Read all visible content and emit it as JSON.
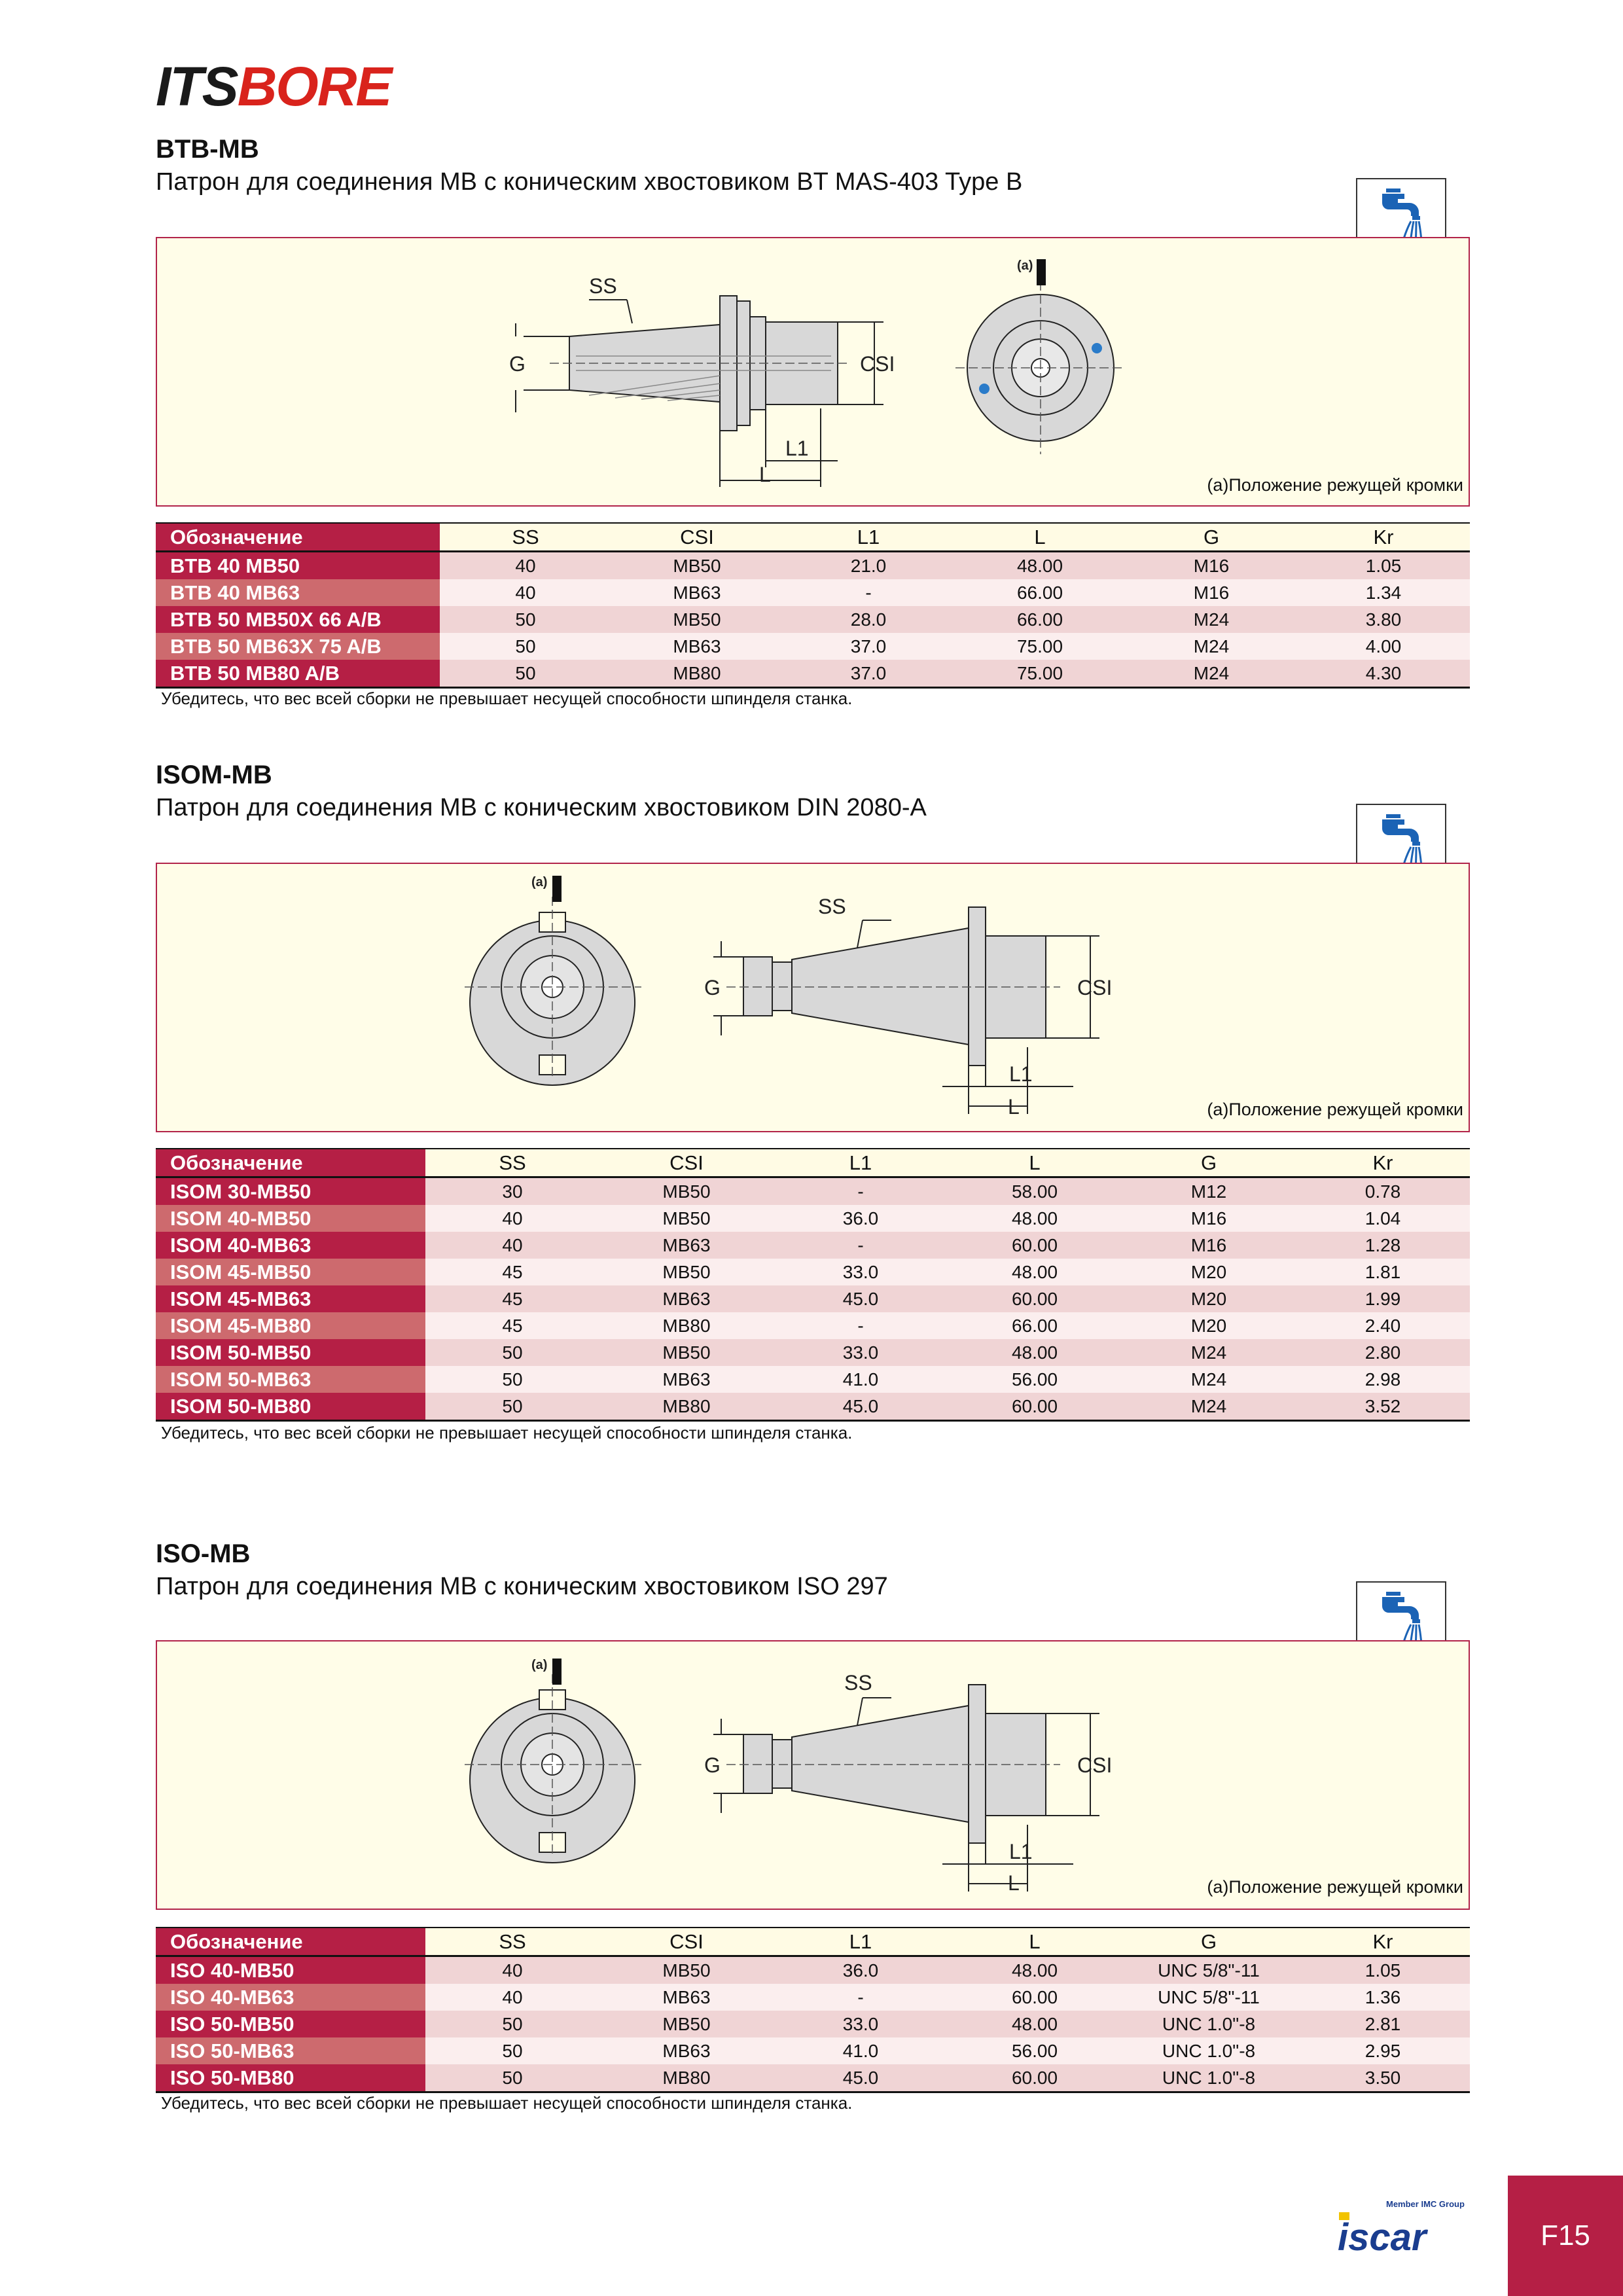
{
  "brand": {
    "its": "ITS",
    "bore": "BORE"
  },
  "page_number": "F15",
  "footer_logo": {
    "member_text": "Member IMC Group",
    "name": "iscar"
  },
  "sections": [
    {
      "code": "BTB-MB",
      "description": "Патрон для соединения MB с коническим хвостовиком BT MAS-403 Type B",
      "drawing_labels": {
        "ss": "SS",
        "g": "G",
        "csi": "CSI",
        "l1": "L1",
        "l": "L",
        "a": "(a)"
      },
      "cutting_edge_note": "(a)Положение режущей кромки",
      "columns": [
        "Обозначение",
        "SS",
        "CSI",
        "L1",
        "L",
        "G",
        "Kr"
      ],
      "rows": [
        [
          "BTB 40 MB50",
          "40",
          "MB50",
          "21.0",
          "48.00",
          "M16",
          "1.05"
        ],
        [
          "BTB 40 MB63",
          "40",
          "MB63",
          "-",
          "66.00",
          "M16",
          "1.34"
        ],
        [
          "BTB 50 MB50X 66 A/B",
          "50",
          "MB50",
          "28.0",
          "66.00",
          "M24",
          "3.80"
        ],
        [
          "BTB 50 MB63X 75 A/B",
          "50",
          "MB63",
          "37.0",
          "75.00",
          "M24",
          "4.00"
        ],
        [
          "BTB 50 MB80 A/B",
          "50",
          "MB80",
          "37.0",
          "75.00",
          "M24",
          "4.30"
        ]
      ],
      "note": "Убедитесь, что вес всей сборки не превышает несущей способности шпинделя станка."
    },
    {
      "code": "ISOM-MB",
      "description": "Патрон для соединения MB с коническим хвостовиком DIN 2080-A",
      "drawing_labels": {
        "ss": "SS",
        "g": "G",
        "csi": "CSI",
        "l1": "L1",
        "l": "L",
        "a": "(a)"
      },
      "cutting_edge_note": "(a)Положение режущей кромки",
      "columns": [
        "Обозначение",
        "SS",
        "CSI",
        "L1",
        "L",
        "G",
        "Kr"
      ],
      "rows": [
        [
          "ISOM 30-MB50",
          "30",
          "MB50",
          "-",
          "58.00",
          "M12",
          "0.78"
        ],
        [
          "ISOM 40-MB50",
          "40",
          "MB50",
          "36.0",
          "48.00",
          "M16",
          "1.04"
        ],
        [
          "ISOM 40-MB63",
          "40",
          "MB63",
          "-",
          "60.00",
          "M16",
          "1.28"
        ],
        [
          "ISOM 45-MB50",
          "45",
          "MB50",
          "33.0",
          "48.00",
          "M20",
          "1.81"
        ],
        [
          "ISOM 45-MB63",
          "45",
          "MB63",
          "45.0",
          "60.00",
          "M20",
          "1.99"
        ],
        [
          "ISOM 45-MB80",
          "45",
          "MB80",
          "-",
          "66.00",
          "M20",
          "2.40"
        ],
        [
          "ISOM 50-MB50",
          "50",
          "MB50",
          "33.0",
          "48.00",
          "M24",
          "2.80"
        ],
        [
          "ISOM 50-MB63",
          "50",
          "MB63",
          "41.0",
          "56.00",
          "M24",
          "2.98"
        ],
        [
          "ISOM 50-MB80",
          "50",
          "MB80",
          "45.0",
          "60.00",
          "M24",
          "3.52"
        ]
      ],
      "note": "Убедитесь, что вес всей сборки не превышает несущей способности шпинделя станка."
    },
    {
      "code": "ISO-MB",
      "description": "Патрон для соединения MB с коническим хвостовиком ISO 297",
      "drawing_labels": {
        "ss": "SS",
        "g": "G",
        "csi": "CSI",
        "l1": "L1",
        "l": "L",
        "a": "(a)"
      },
      "cutting_edge_note": "(a)Положение режущей кромки",
      "columns": [
        "Обозначение",
        "SS",
        "CSI",
        "L1",
        "L",
        "G",
        "Kr"
      ],
      "rows": [
        [
          "ISO 40-MB50",
          "40",
          "MB50",
          "36.0",
          "48.00",
          "UNC 5/8\"-11",
          "1.05"
        ],
        [
          "ISO 40-MB63",
          "40",
          "MB63",
          "-",
          "60.00",
          "UNC 5/8\"-11",
          "1.36"
        ],
        [
          "ISO 50-MB50",
          "50",
          "MB50",
          "33.0",
          "48.00",
          "UNC 1.0\"-8",
          "2.81"
        ],
        [
          "ISO 50-MB63",
          "50",
          "MB63",
          "41.0",
          "56.00",
          "UNC 1.0\"-8",
          "2.95"
        ],
        [
          "ISO 50-MB80",
          "50",
          "MB80",
          "45.0",
          "60.00",
          "UNC 1.0\"-8",
          "3.50"
        ]
      ],
      "note": "Убедитесь, что вес всей сборки не превышает несущей способности шпинделя станка."
    }
  ]
}
